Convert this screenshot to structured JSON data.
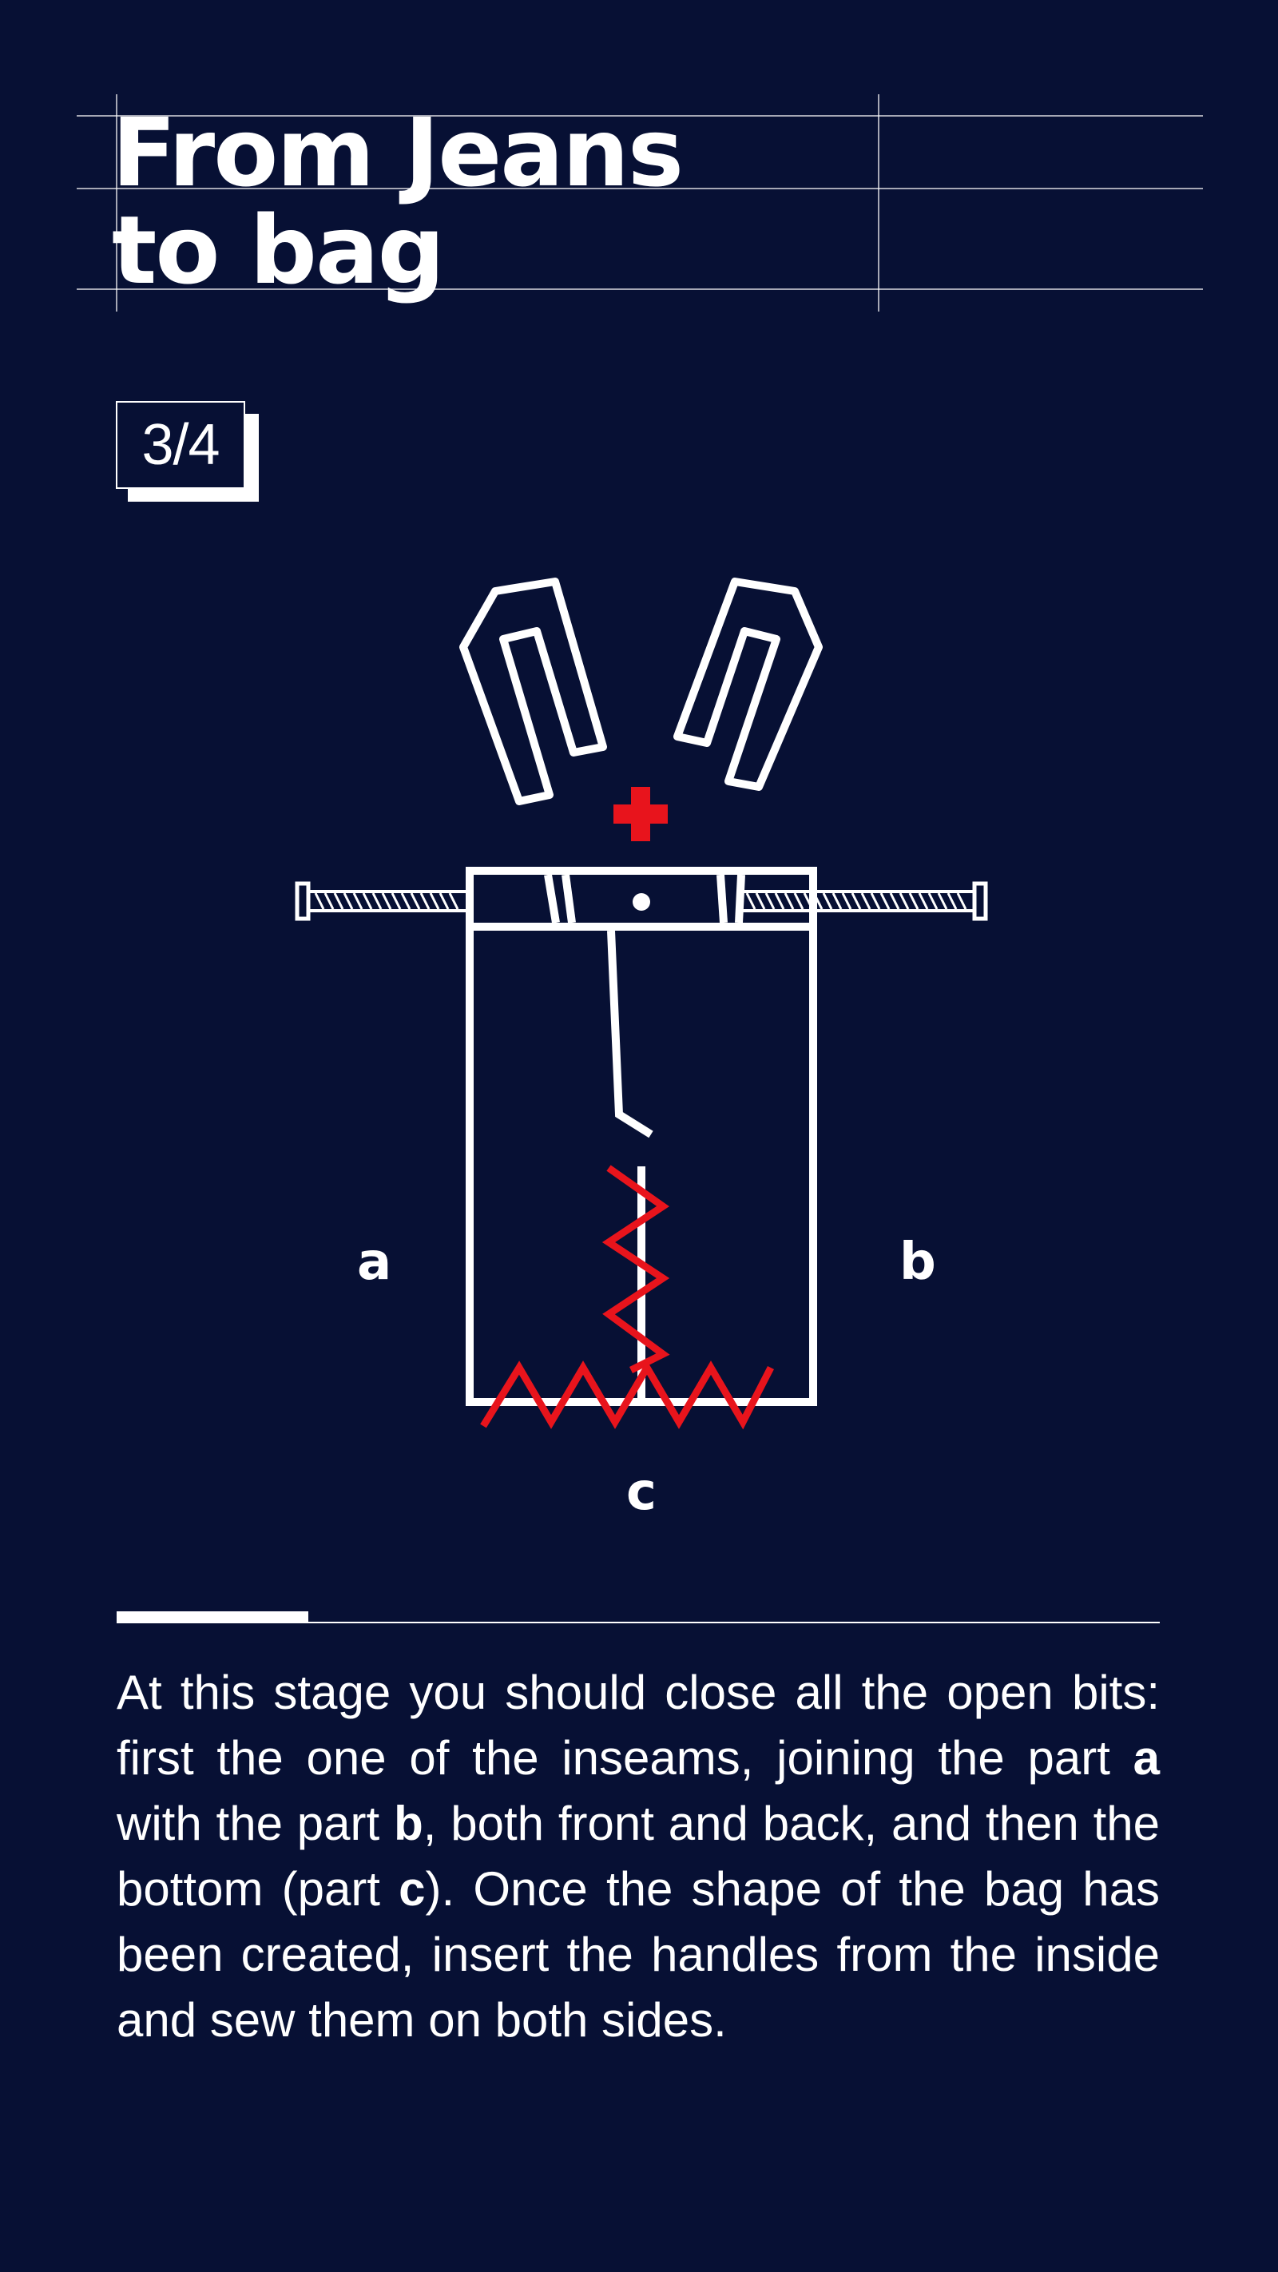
{
  "title": {
    "line1": "From Jeans",
    "line2": "to bag"
  },
  "step": {
    "label": "3/4"
  },
  "diagram": {
    "labels": {
      "a": "a",
      "b": "b",
      "c": "c"
    },
    "colors": {
      "outline": "#ffffff",
      "stitch": "#e8141c",
      "background": "#071034"
    }
  },
  "description": {
    "part1": "At this stage you should close all the open bits: first the one of the inseams, joining the part ",
    "bold_a": "a",
    "part2": " with the part ",
    "bold_b": "b",
    "part3": ", both front and back, and then the bottom (part ",
    "bold_c": "c",
    "part4": "). Once the shape of the bag has been created, insert the handles from the inside and sew them on both sides."
  }
}
